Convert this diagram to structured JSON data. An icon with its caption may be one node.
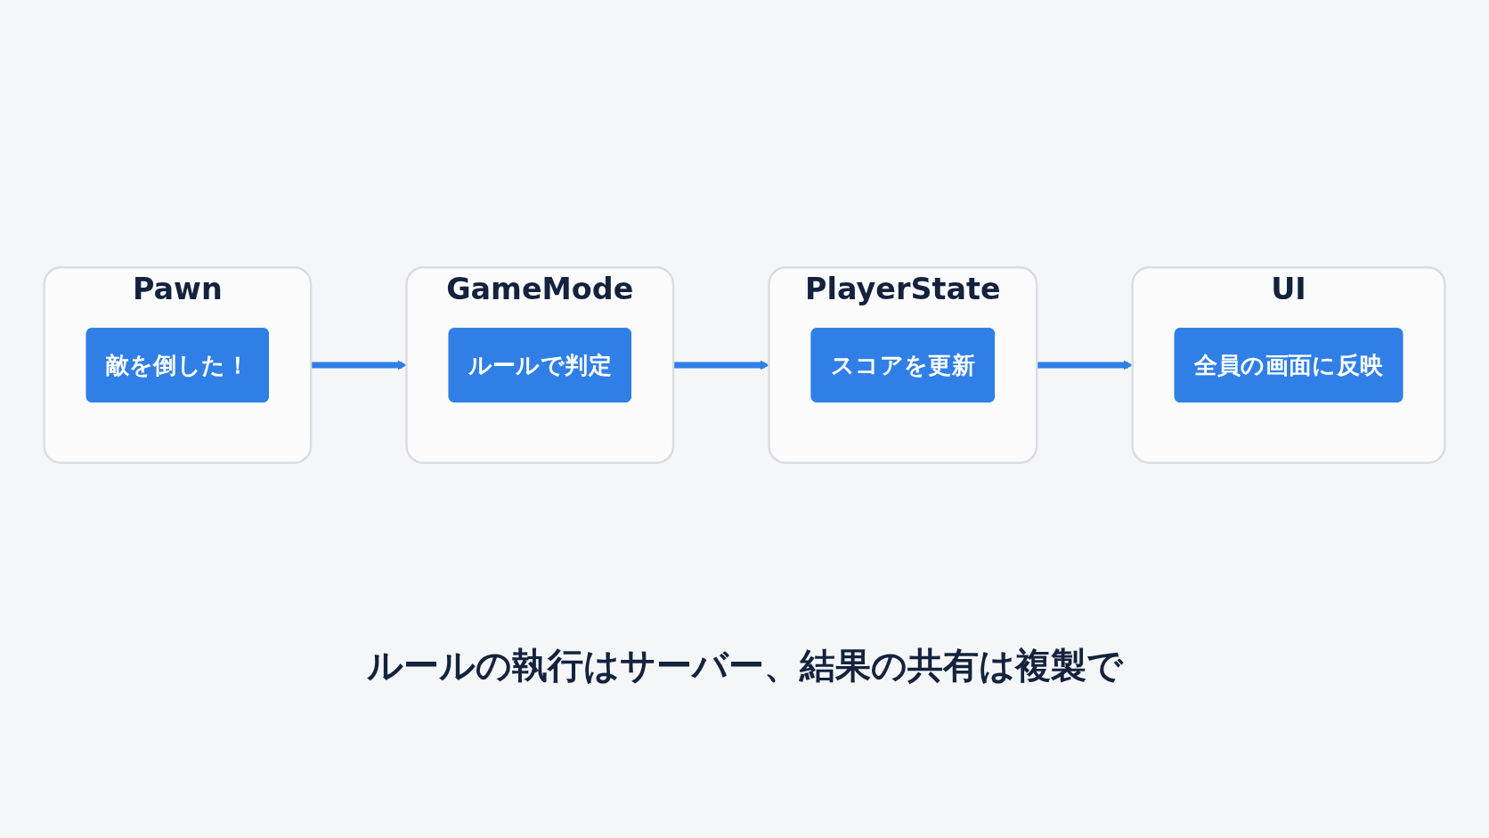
{
  "diagram": {
    "caption": "ルールの執行はサーバー、結果の共有は複製で",
    "nodes": [
      {
        "text": [
          "Pawn"
        ]
      },
      {
        "text": [
          "敵を倒した！"
        ],
        "in": 0
      },
      {
        "text": [
          "GameMode"
        ]
      },
      {
        "text": [
          "ルールで判定"
        ],
        "in": 2
      },
      {
        "text": [
          "PlayerState"
        ]
      },
      {
        "text": [
          "スコアを更新"
        ],
        "in": 4
      },
      {
        "text": [
          "UI"
        ]
      },
      {
        "text": [
          "全員の画面に反映"
        ],
        "in": 6
      }
    ],
    "edges": [
      {
        "from": 0,
        "to": 2,
        "arrow": "to"
      },
      {
        "from": 2,
        "to": 4,
        "arrow": "to"
      },
      {
        "from": 4,
        "to": 6,
        "arrow": "to"
      }
    ]
  }
}
